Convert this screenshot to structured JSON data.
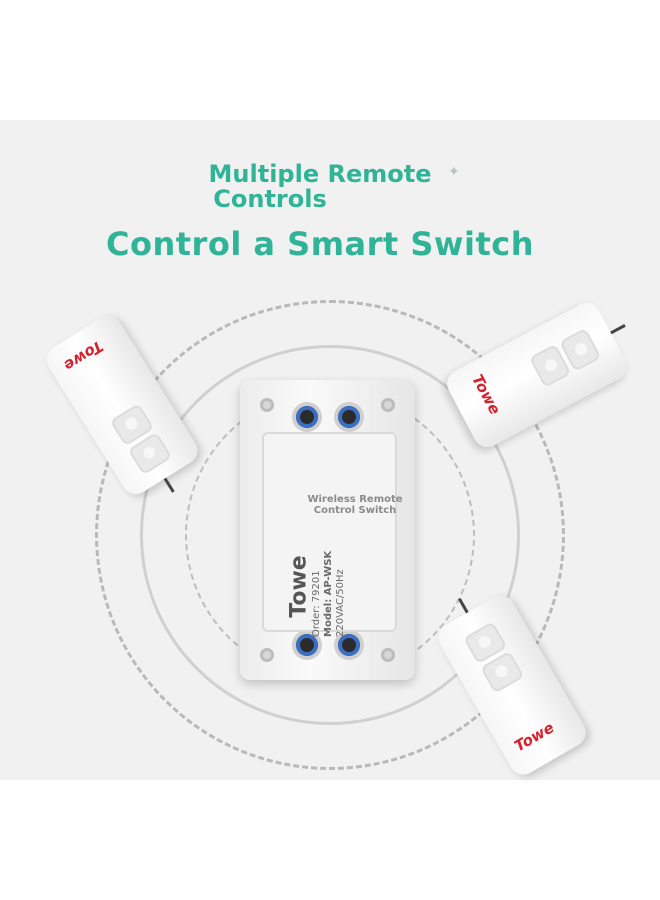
{
  "headline": {
    "line1": "Multiple Remote",
    "line2": "Controls",
    "line3": "Control a Smart Switch"
  },
  "remote_logo": "Towe",
  "device": {
    "brand": "Towe",
    "order": "Order: 79201",
    "model": "Model: AP-WSK",
    "rating": "220VAC/50Hz",
    "watermark": "Wireless Remote Control Switch"
  },
  "colors": {
    "accent": "#2fb497",
    "logo_red": "#d4232d"
  }
}
